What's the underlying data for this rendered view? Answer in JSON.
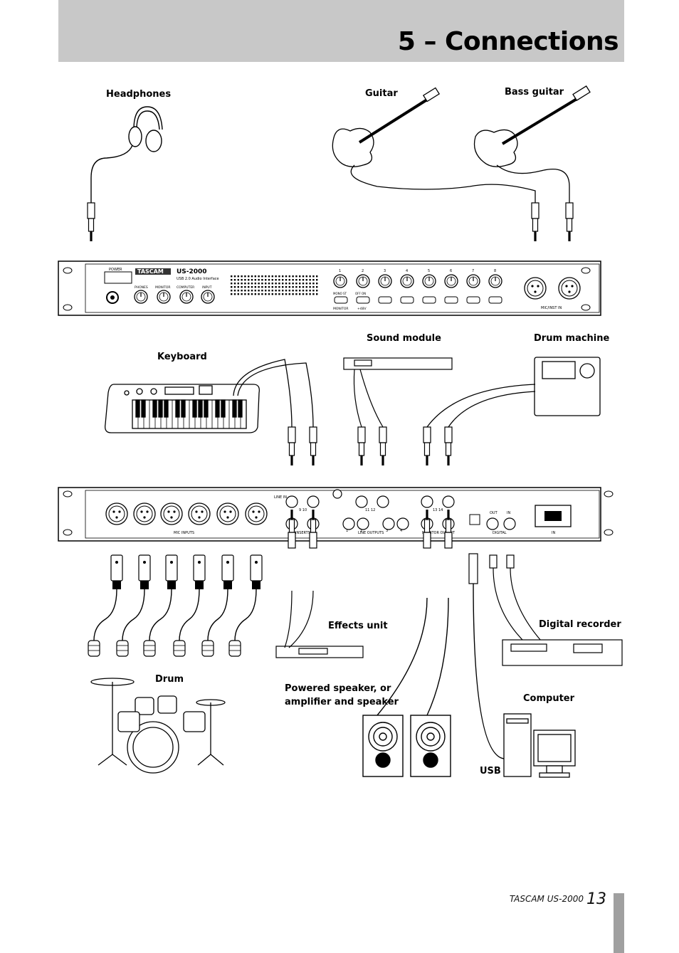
{
  "header": {
    "title": "5 – Connections"
  },
  "labels": {
    "headphones": "Headphones",
    "guitar": "Guitar",
    "bass_guitar": "Bass guitar",
    "keyboard": "Keyboard",
    "sound_module": "Sound module",
    "drum_machine": "Drum machine",
    "effects_unit": "Effects unit",
    "digital_recorder": "Digital recorder",
    "drum": "Drum",
    "powered_speaker_line1": "Powered speaker, or",
    "powered_speaker_line2": "amplifier and speaker",
    "computer": "Computer",
    "usb": "USB"
  },
  "front_panel": {
    "brand": "TASCAM",
    "model": "US-2000",
    "subtitle": "USB 2.0 Audio Interface",
    "power": "POWER",
    "knobs": [
      "PHONES",
      "MONITOR",
      "COMPUTER",
      "INPUT"
    ],
    "input_numbers": [
      "1",
      "2",
      "3",
      "4",
      "5",
      "6",
      "7",
      "8"
    ],
    "switch_labels": [
      "MONO  ST",
      "OFF  ON"
    ],
    "monitor": "MONITOR",
    "phantom": "+48V",
    "mic_inst_in": "MIC/INST IN"
  },
  "rear_panel": {
    "mic_inputs": "MIC INPUTS",
    "line_in": "LINE IN",
    "inserts": "INSERTS",
    "line_outputs": "LINE OUTPUTS",
    "monitor_output": "MONITOR OUTPUT",
    "digital": "DIGITAL",
    "out": "OUT",
    "in": "IN",
    "ac_in": "IN",
    "channel_pairs": [
      "9  10",
      "11  12",
      "13  14"
    ],
    "line_out_numbers": [
      "1",
      "2",
      "3",
      "4"
    ]
  },
  "footer": {
    "brand_model": "TASCAM  US-2000",
    "page_number": "13"
  }
}
